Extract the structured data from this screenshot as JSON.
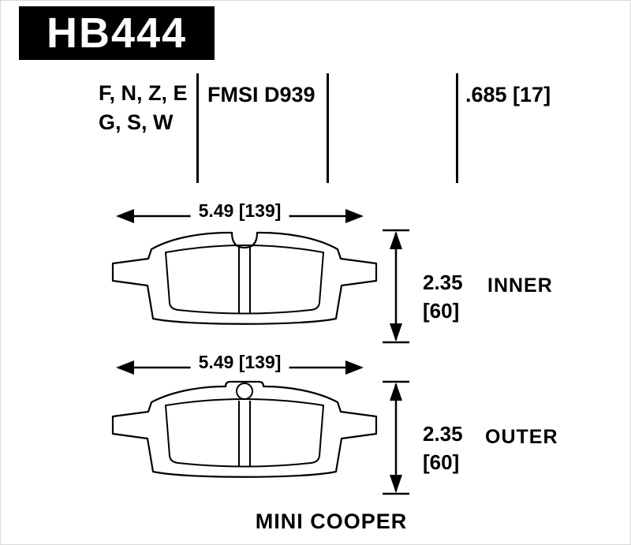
{
  "part": {
    "number": "HB444"
  },
  "specs": {
    "compounds_line1": "F, N, Z, E",
    "compounds_line2": "G, S, W",
    "fmsi": "FMSI D939",
    "thickness": ".685 [17]"
  },
  "inner_pad": {
    "width": "5.49 [139]",
    "height_value": "2.35",
    "height_bracket": "[60]",
    "label": "INNER"
  },
  "outer_pad": {
    "width": "5.49 [139]",
    "height_value": "2.35",
    "height_bracket": "[60]",
    "label": "OUTER"
  },
  "vehicle": "MINI COOPER",
  "colors": {
    "header_bg": "#000000",
    "header_text": "#ffffff",
    "line_color": "#000000"
  }
}
